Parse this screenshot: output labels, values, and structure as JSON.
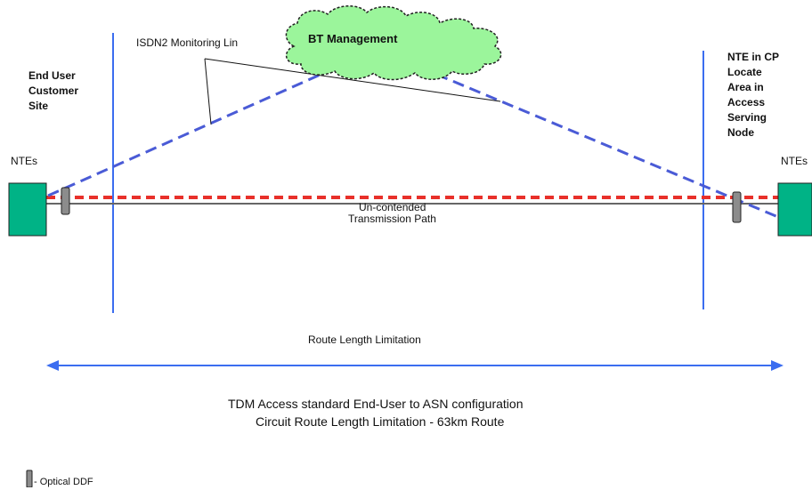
{
  "labels": {
    "end_user_site": "End User\nCustomer\nSite",
    "nte_in_cp": "NTE in CP\nLocate\nArea in\nAccess\nServing\nNode",
    "ntes_left": "NTEs",
    "ntes_right": "NTEs",
    "isdn2_monitoring": "ISDN2 Monitoring Lin",
    "bt_management": "BT Management",
    "uncontended": "Un-contended",
    "transmission_path": "Transmission Path",
    "route_length": "Route Length Limitation",
    "caption_line1": "TDM Access standard End-User to ASN configuration",
    "caption_line2": "Circuit Route Length Limitation - 63km Route",
    "legend_optical_ddf": "- Optical DDF"
  },
  "colors": {
    "nte_fill": "#00b386",
    "boundary_line": "#3b6df0",
    "monitoring_dashed": "#4a5bd6",
    "uncontended_dashed": "#e8302a",
    "cloud_fill": "#9bf59b",
    "ddf_fill": "#8c8c8c"
  }
}
